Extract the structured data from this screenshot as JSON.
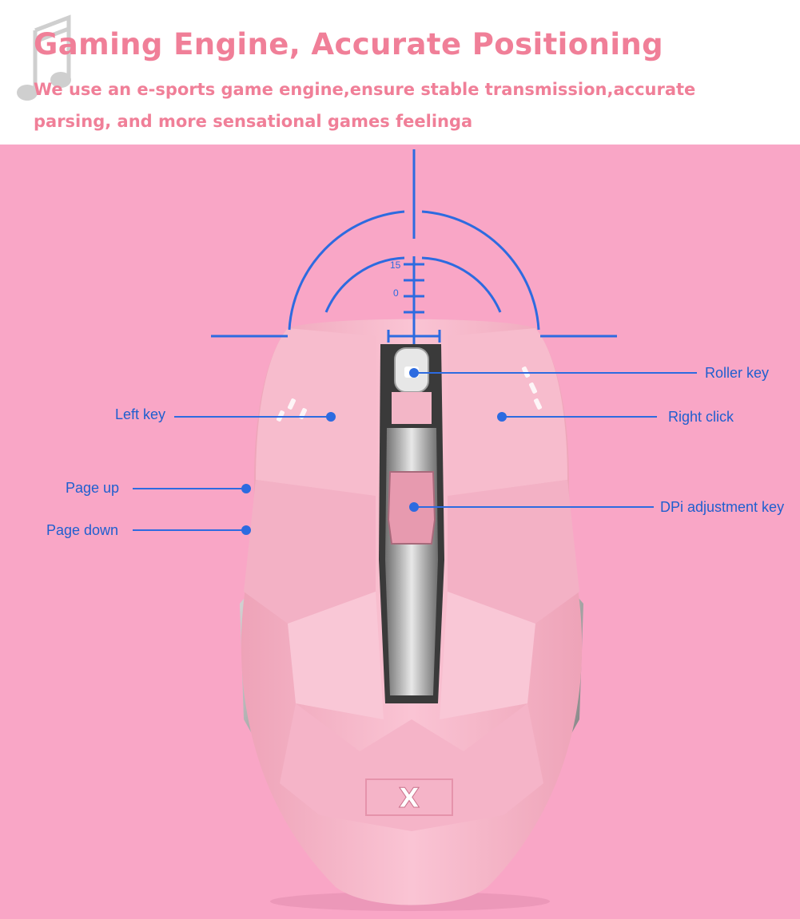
{
  "header": {
    "title": "Gaming Engine, Accurate Positioning",
    "subtitle_line1": "We use an e-sports game engine,ensure stable transmission,accurate",
    "subtitle_line2": "parsing, and more sensational games feelinga"
  },
  "callouts": {
    "roller_key": "Roller key",
    "left_key": "Left key",
    "right_click": "Right click",
    "page_up": "Page up",
    "dpi_adjustment_key": "DPi adjustment key",
    "page_down": "Page down"
  },
  "crosshair": {
    "tick_15": "15",
    "tick_10_partial": "0"
  },
  "logo": "X",
  "colors": {
    "title_pink": "#f07f98",
    "background_pink": "#f9a6c6",
    "mouse_pink": "#f6b6c9",
    "callout_blue": "#1f5fcf",
    "line_blue": "#2d6be0"
  },
  "icons": {
    "header_decoration": "music-note-icon"
  }
}
